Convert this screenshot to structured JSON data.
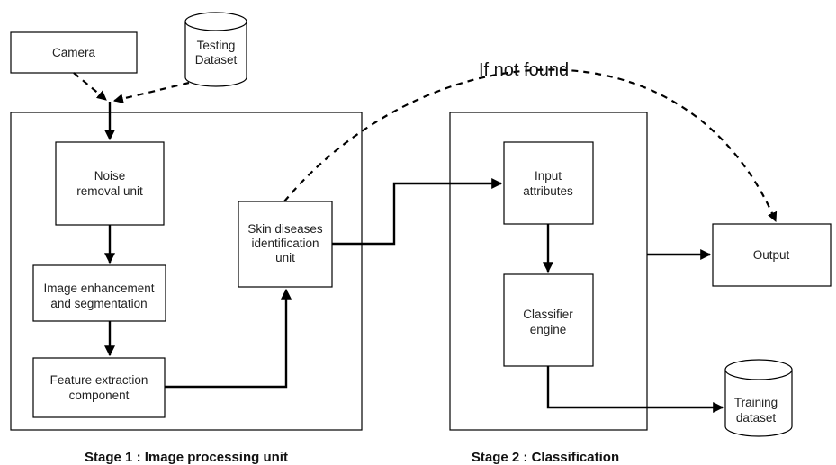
{
  "nodes": {
    "camera": "Camera",
    "testing_dataset": [
      "Testing",
      "Dataset"
    ],
    "noise_removal": [
      "Noise",
      "removal unit"
    ],
    "image_enhancement": [
      "Image enhancement",
      "and segmentation"
    ],
    "feature_extraction": [
      "Feature extraction",
      "component"
    ],
    "skin_diseases": [
      "Skin diseases",
      "identification",
      "unit"
    ],
    "input_attributes": [
      "Input",
      "attributes"
    ],
    "classifier_engine": [
      "Classifier",
      "engine"
    ],
    "output": "Output",
    "training_dataset": [
      "Training",
      "dataset"
    ]
  },
  "annotations": {
    "if_not_found": "If not found"
  },
  "stages": {
    "stage1": "Stage 1 : Image processing unit",
    "stage2": "Stage 2 : Classification"
  }
}
